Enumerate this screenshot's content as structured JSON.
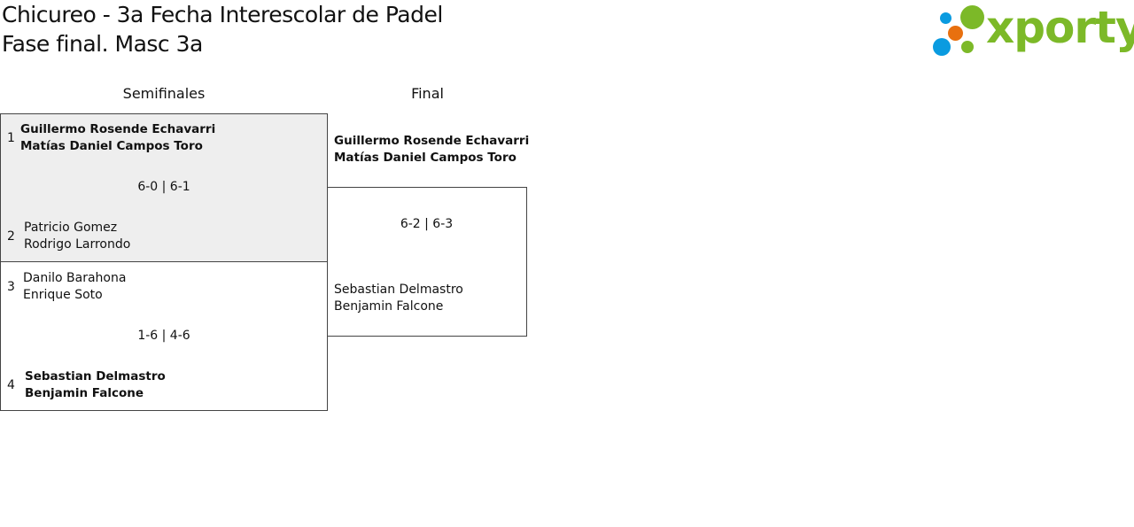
{
  "header": {
    "title_line1": "Chicureo - 3a Fecha Interescolar de Padel",
    "title_line2": "Fase final. Masc 3a"
  },
  "logo": {
    "text": "xporty",
    "colors": {
      "green": "#7cb928",
      "blue": "#0a9be0",
      "orange": "#e8700f"
    }
  },
  "rounds": [
    {
      "label": "Semifinales"
    },
    {
      "label": "Final"
    }
  ],
  "semifinals": [
    {
      "score": "6-0 | 6-1",
      "teams": [
        {
          "seed": "1",
          "players": [
            "Guillermo Rosende Echavarri",
            "Matías Daniel Campos Toro"
          ],
          "winner": true
        },
        {
          "seed": "2",
          "players": [
            "Patricio Gomez",
            "Rodrigo Larrondo"
          ],
          "winner": false
        }
      ]
    },
    {
      "score": "1-6 | 4-6",
      "teams": [
        {
          "seed": "3",
          "players": [
            "Danilo Barahona",
            "Enrique Soto"
          ],
          "winner": false
        },
        {
          "seed": "4",
          "players": [
            "Sebastian Delmastro",
            "Benjamin Falcone"
          ],
          "winner": true
        }
      ]
    }
  ],
  "final": {
    "score": "6-2 | 6-3",
    "teams": [
      {
        "players": [
          "Guillermo Rosende Echavarri",
          "Matías Daniel Campos Toro"
        ],
        "winner": true
      },
      {
        "players": [
          "Sebastian Delmastro",
          "Benjamin Falcone"
        ],
        "winner": false
      }
    ]
  }
}
